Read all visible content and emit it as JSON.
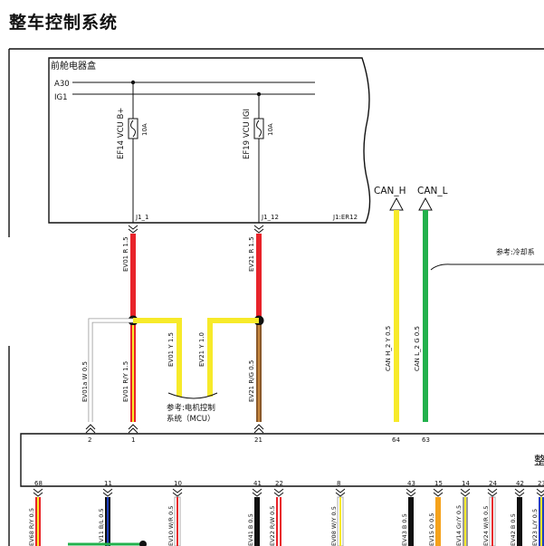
{
  "title": "整车控制系统",
  "relay_box": {
    "label": "前舱电器盒",
    "power_lines": [
      "A30",
      "IG1"
    ],
    "fuses": [
      {
        "name": "EF14 VCU B+",
        "rating": "10A",
        "pin": "J1_1"
      },
      {
        "name": "EF19 VCU IGI",
        "rating": "10A",
        "pin": "J1_12"
      }
    ],
    "connector": "J1:ER12"
  },
  "can": {
    "high": "CAN_H",
    "low": "CAN_L"
  },
  "reference_cooling": "参考:冷却系",
  "reference_mcu": {
    "line1": "参考:电机控制",
    "line2": "系统（MCU）"
  },
  "wires": {
    "ev01_upper": "EV01  R  1.5",
    "ev21_upper": "EV21  R  1.5",
    "ev01_y": "EV01  Y  1.5",
    "ev21_y": "EV21  Y  1.0",
    "ev01a": "EV01a  W  0.5",
    "ev01_ry": "EV01  R/Y  1.5",
    "ev21_rg": "EV21  R/G  0.5",
    "can_h": "CAN H_2  Y  0.5",
    "can_l": "CAN L_2  G  0.5"
  },
  "vcu_pins_top": [
    "2",
    "1",
    "21",
    "64",
    "63"
  ],
  "vcu_label_partial": "整",
  "bottom_pins": [
    {
      "pin": "68",
      "wire": "EV68  R/Y  0.5"
    },
    {
      "pin": "11",
      "wire": "EV11  B/L  0.5"
    },
    {
      "pin": "10",
      "wire": "EV10  W/R  0.5"
    },
    {
      "pin": "41",
      "wire": "EV41  B  0.5"
    },
    {
      "pin": "22",
      "wire": "EV22  R/W  0.5"
    },
    {
      "pin": "8",
      "wire": "EV08  W/Y  0.5"
    },
    {
      "pin": "43",
      "wire": "EV43  B  0.5"
    },
    {
      "pin": "15",
      "wire": "EV15  O  0.5"
    },
    {
      "pin": "14",
      "wire": "EV14  Gr/Y  0.5"
    },
    {
      "pin": "24",
      "wire": "EV24  W/R  0.5"
    },
    {
      "pin": "42",
      "wire": "EV42  B  0.5"
    },
    {
      "pin": "23",
      "wire": "EV23  L/Y  0.5"
    }
  ],
  "colors": {
    "red": "#e8232a",
    "yellow": "#f7ea2a",
    "green": "#22b14c",
    "brown": "#8b5a2b",
    "black": "#111111",
    "white": "#ffffff",
    "orange": "#f5a21b",
    "blue": "#1f3fbf",
    "grey": "#9a9a9a"
  }
}
